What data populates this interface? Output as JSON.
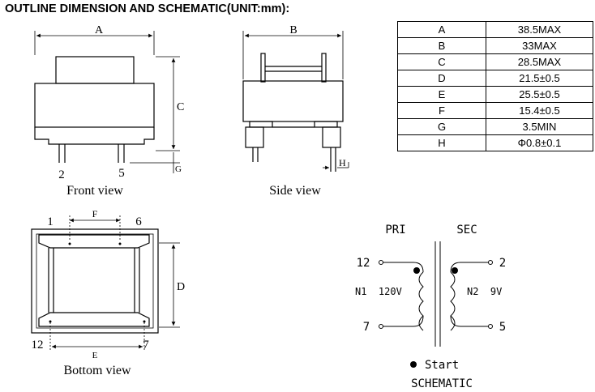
{
  "title": "OUTLINE DIMENSION AND SCHEMATIC(UNIT:mm):",
  "dimensions": [
    {
      "key": "A",
      "value": "38.5MAX"
    },
    {
      "key": "B",
      "value": "33MAX"
    },
    {
      "key": "C",
      "value": "28.5MAX"
    },
    {
      "key": "D",
      "value": "21.5±0.5"
    },
    {
      "key": "E",
      "value": "25.5±0.5"
    },
    {
      "key": "F",
      "value": "15.4±0.5"
    },
    {
      "key": "G",
      "value": "3.5MIN"
    },
    {
      "key": "H",
      "value": "Φ0.8±0.1"
    }
  ],
  "views": {
    "front": {
      "caption": "Front view",
      "pin_left": "2",
      "pin_right": "5",
      "dim_width": "A",
      "dim_height": "C",
      "dim_pin": "G"
    },
    "side": {
      "caption": "Side  view",
      "dim_width": "B",
      "dim_pin": "H"
    },
    "bottom": {
      "caption": "Bottom  view",
      "pin_top_left": "1",
      "pin_top_right": "6",
      "pin_bottom_left": "12",
      "pin_bottom_right": "7",
      "dim_top": "F",
      "dim_height": "D",
      "dim_bottom": "E"
    }
  },
  "schematic": {
    "primary_label": "PRI",
    "secondary_label": "SEC",
    "primary_pin_top": "12",
    "primary_pin_bottom": "7",
    "secondary_pin_top": "2",
    "secondary_pin_bottom": "5",
    "primary_winding": "N1  120V",
    "secondary_winding": "N2  9V",
    "start_legend": "Start",
    "caption": "SCHEMATIC"
  }
}
